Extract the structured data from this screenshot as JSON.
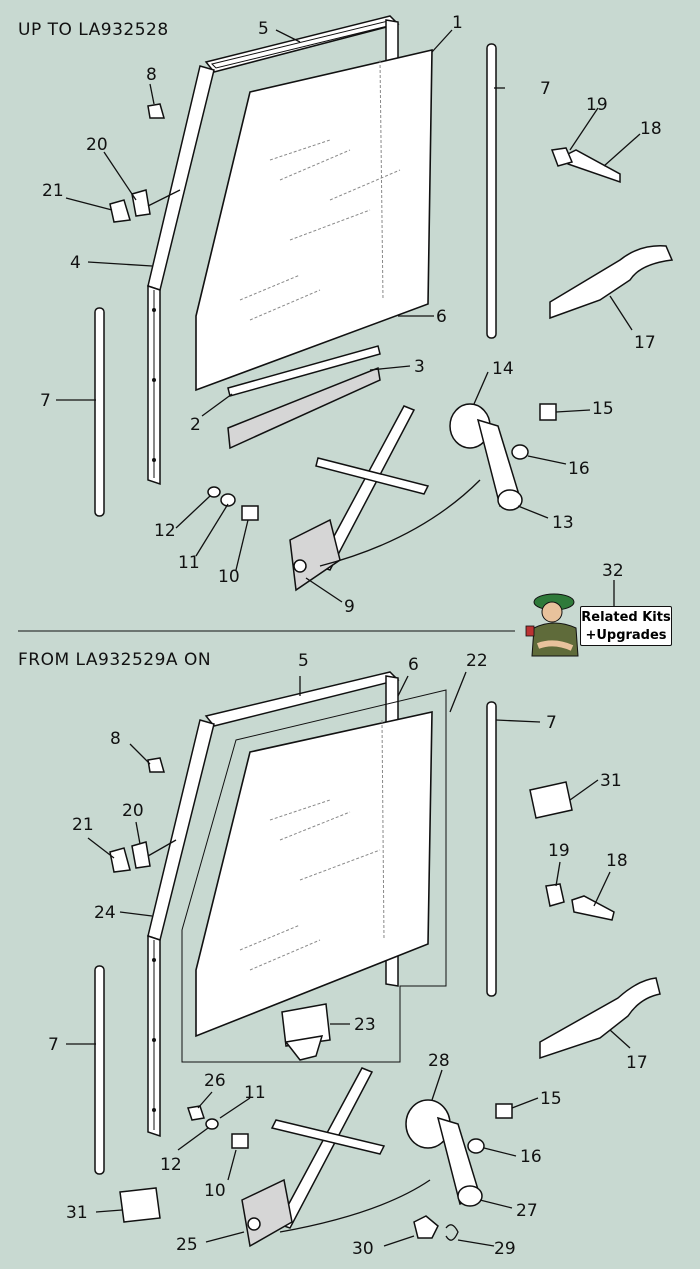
{
  "sections": {
    "top_heading": "UP TO LA932528",
    "bottom_heading": "FROM LA932529A ON"
  },
  "callouts_top": [
    "1",
    "2",
    "3",
    "4",
    "5",
    "6",
    "7",
    "7",
    "8",
    "9",
    "10",
    "11",
    "12",
    "13",
    "14",
    "15",
    "16",
    "17",
    "18",
    "19",
    "20",
    "21"
  ],
  "callouts_bottom": [
    "5",
    "6",
    "7",
    "7",
    "8",
    "10",
    "11",
    "12",
    "15",
    "16",
    "17",
    "18",
    "19",
    "20",
    "21",
    "22",
    "23",
    "24",
    "25",
    "26",
    "27",
    "28",
    "29",
    "30",
    "31",
    "31"
  ],
  "related": {
    "number": "32",
    "line1": "Related Kits",
    "line2": "+Upgrades"
  }
}
